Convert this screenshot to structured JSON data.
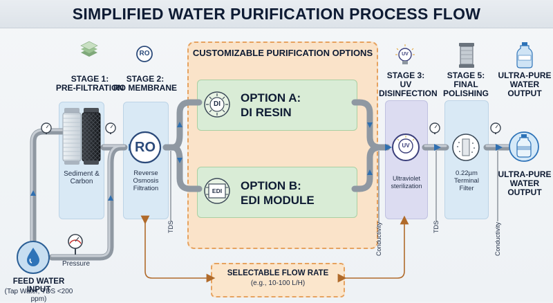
{
  "title": "SIMPLIFIED WATER PURIFICATION PROCESS FLOW",
  "feed": {
    "title": "FEED WATER INPUT",
    "sub": "(Tap Water, TDS <200 ppm)",
    "pressure_label": "Pressure"
  },
  "stage1": {
    "line1": "STAGE 1:",
    "line2": "PRE-FILTRATION",
    "desc1": "Sediment &",
    "desc2": "Carbon"
  },
  "stage2": {
    "line1": "STAGE 2:",
    "line2": "RO MEMBRANE",
    "badge": "RO",
    "icon_text": "RO",
    "desc1": "Reverse",
    "desc2": "Osmosis",
    "desc3": "Filtration"
  },
  "custom": {
    "title": "CUSTOMIZABLE PURIFICATION OPTIONS"
  },
  "option_a": {
    "line1": "OPTION A:",
    "line2": "DI RESIN",
    "icon_text": "DI"
  },
  "option_b": {
    "line1": "OPTION B:",
    "line2": "EDI MODULE",
    "icon_text": "EDI"
  },
  "stage3": {
    "line1": "STAGE 3:",
    "line2": "UV",
    "line3": "DISINFECTION",
    "icon_text": "UV",
    "desc1": "Ultraviolet",
    "desc2": "sterilization"
  },
  "stage5": {
    "line1": "STAGE 5:",
    "line2": "FINAL",
    "line3": "POLISHING",
    "desc1": "0.22µm",
    "desc2": "Terminal",
    "desc3": "Filter"
  },
  "output": {
    "line1": "ULTRA-PURE",
    "line2": "WATER",
    "line3": "OUTPUT"
  },
  "sensors": {
    "tds1": "TDS",
    "conductivity1": "Conductivity",
    "tds2": "TDS",
    "conductivity2": "Conductivity"
  },
  "flow_rate": {
    "title": "SELECTABLE FLOW RATE",
    "sub": "(e.g., 10-100 L/H)"
  },
  "colors": {
    "pipe": "#9aa3ad",
    "arrow": "#2f6fb0",
    "blue_panel": "#d9e9f5",
    "green_box": "#d9ecd6",
    "orange_panel": "#fae3c9",
    "uv_panel": "#dcdcf1"
  }
}
